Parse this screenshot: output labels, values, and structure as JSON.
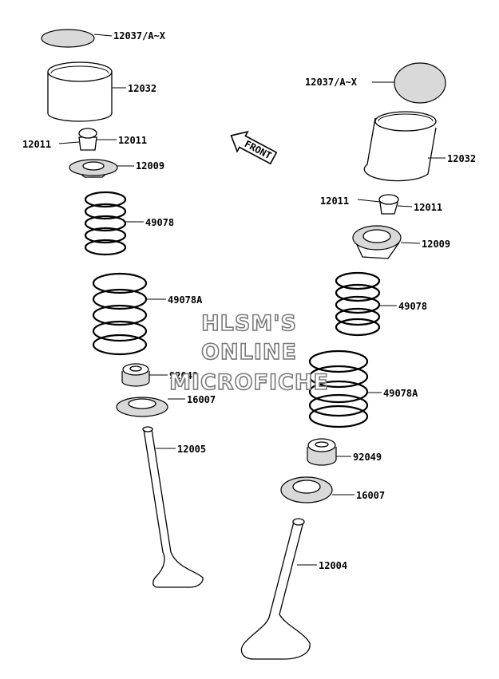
{
  "labels": {
    "l_shim": "12037/A~X",
    "l_tappet": "12032",
    "l_keeper_a": "12011",
    "l_keeper_b": "12011",
    "l_retainer": "12009",
    "l_inner_spring": "49078",
    "l_outer_spring": "49078A",
    "l_seal": "92049",
    "l_seat": "16007",
    "l_valve": "12005",
    "r_shim": "12037/A~X",
    "r_tappet": "12032",
    "r_keeper_a": "12011",
    "r_keeper_b": "12011",
    "r_retainer": "12009",
    "r_inner_spring": "49078",
    "r_outer_spring": "49078A",
    "r_seal": "92049",
    "r_seat": "16007",
    "r_valve": "12004"
  },
  "front_arrow": "FRONT",
  "watermark": [
    "HLSM'S",
    "ONLINE",
    "MICROFICHE"
  ]
}
